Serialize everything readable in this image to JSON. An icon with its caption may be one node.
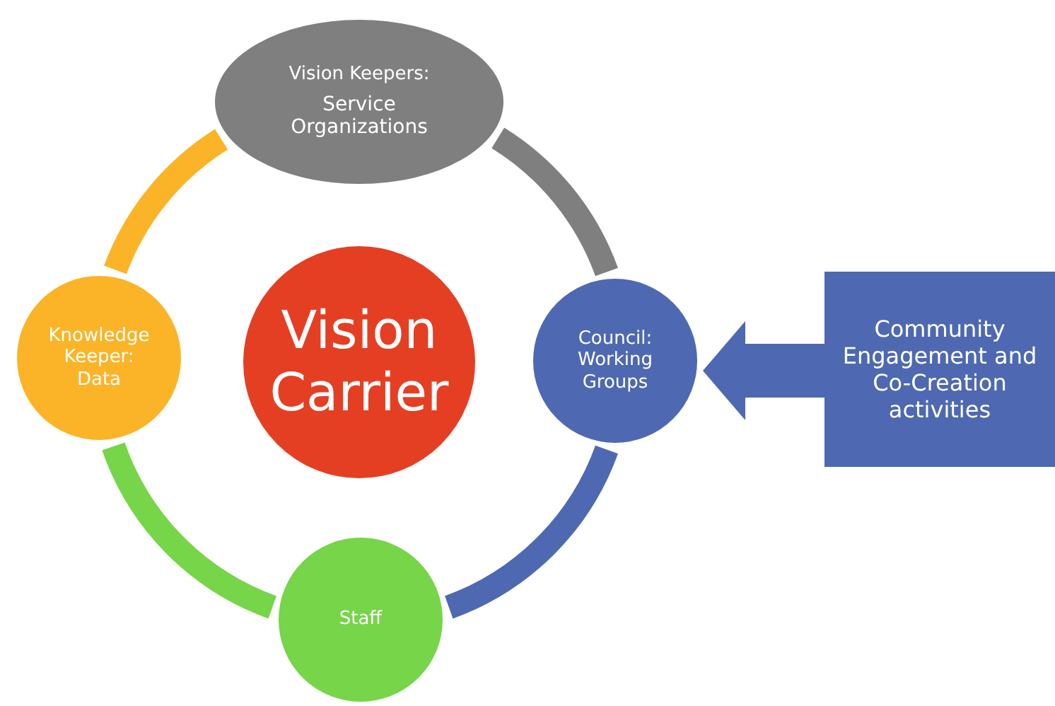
{
  "diagram": {
    "nodes": [
      {
        "text": [
          "Vision Keepers:",
          "Service Organizations"
        ]
      },
      {
        "text": [
          "Knowledge Keeper: Data"
        ]
      },
      {
        "text": [
          "Vision Carrier"
        ]
      },
      {
        "text": [
          "Council: Working Groups"
        ]
      },
      {
        "text": [
          "Community Engagement and Co-Creation activities"
        ]
      },
      {
        "text": [
          "Staff"
        ]
      }
    ],
    "edges": [
      {
        "from": 0,
        "to": 3,
        "arrow": "none",
        "color": "#7f7f7f"
      },
      {
        "from": 3,
        "to": 5,
        "arrow": "none",
        "color": "#4e69b1"
      },
      {
        "from": 5,
        "to": 1,
        "arrow": "none",
        "color": "#76d548"
      },
      {
        "from": 1,
        "to": 0,
        "arrow": "none",
        "color": "#fbb427"
      },
      {
        "from": 4,
        "to": 3,
        "arrow": "to",
        "style": "thick"
      }
    ]
  }
}
